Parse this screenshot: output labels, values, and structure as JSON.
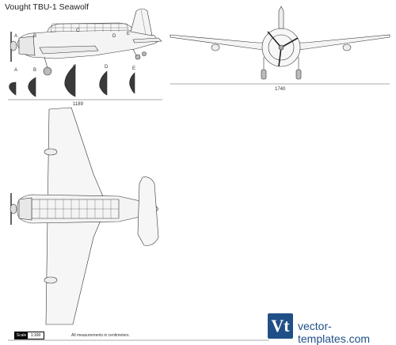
{
  "title": "Vought TBU-1 Seawolf",
  "side_view": {
    "section_letters": [
      "A",
      "B",
      "C",
      "D",
      "E"
    ],
    "dimension": "1189"
  },
  "front_view": {
    "dimension": "1740"
  },
  "footer": {
    "scale_label": "Scale",
    "scale_value": "1:100",
    "measurements_note": "All measurements in centimeters.",
    "logo_letters": "Vt",
    "logo_text": "vector-templates.com"
  }
}
